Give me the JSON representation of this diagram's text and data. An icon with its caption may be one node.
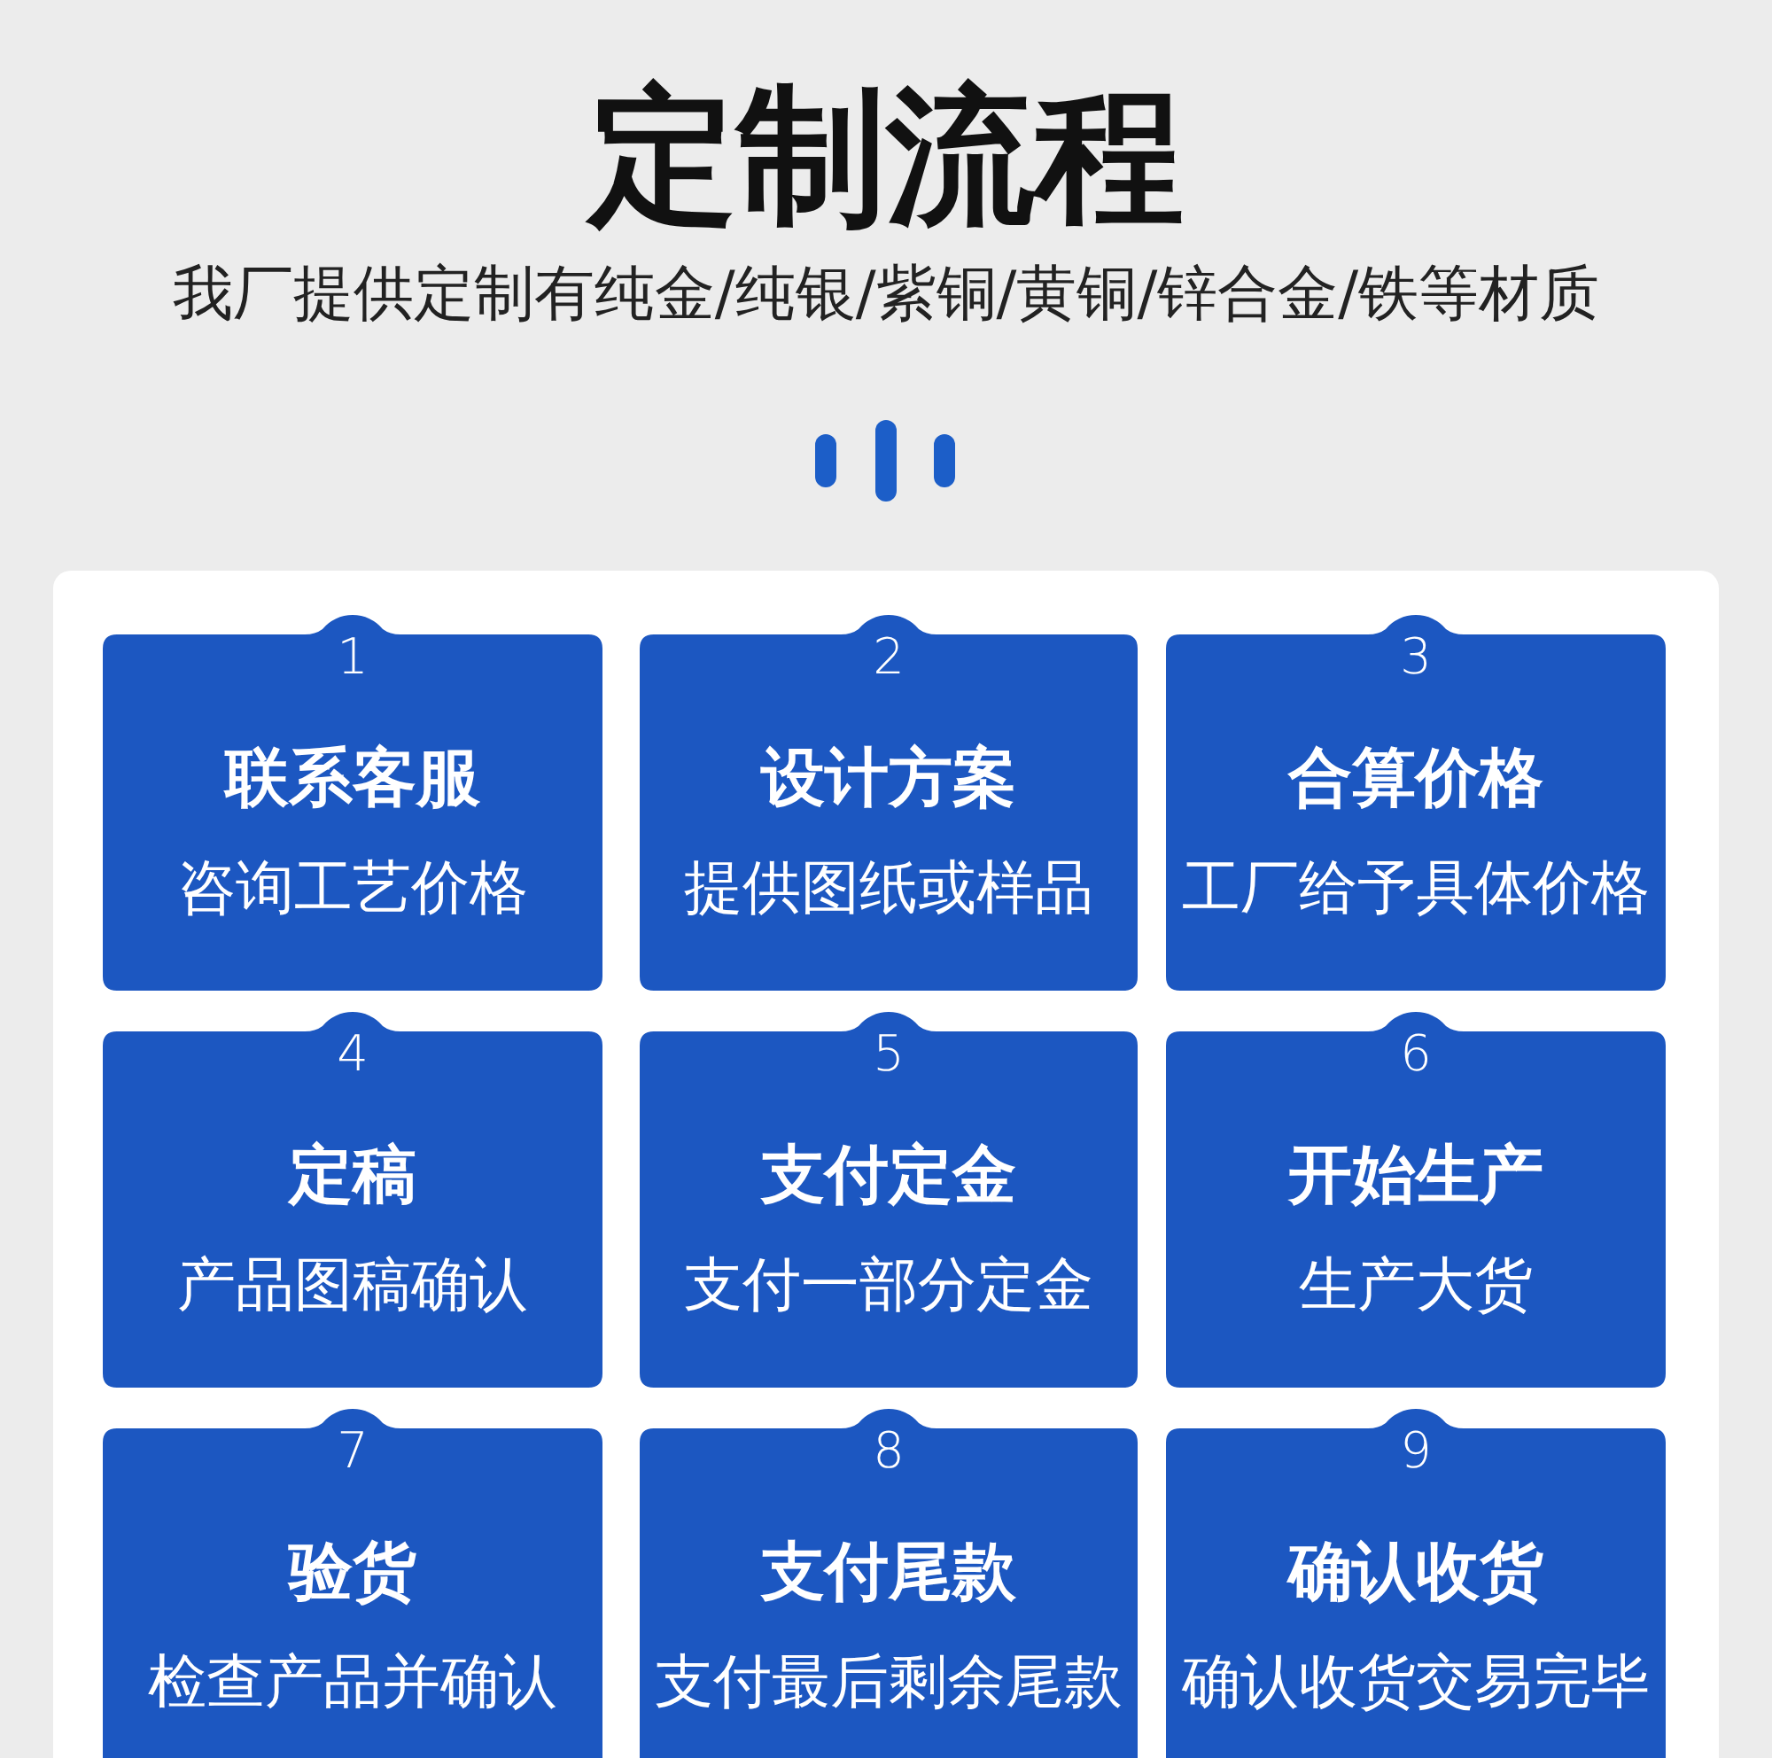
{
  "diagram": {
    "title": "定制流程",
    "nodes": [
      {
        "text": [
          "1",
          "联系客服",
          "咨询工艺价格"
        ]
      },
      {
        "text": [
          "2",
          "设计方案",
          "提供图纸或样品"
        ]
      },
      {
        "text": [
          "3",
          "合算价格",
          "工厂给予具体价格"
        ]
      },
      {
        "text": [
          "4",
          "定稿",
          "产品图稿确认"
        ]
      },
      {
        "text": [
          "5",
          "支付定金",
          "支付一部分定金"
        ]
      },
      {
        "text": [
          "6",
          "开始生产",
          "生产大货"
        ]
      },
      {
        "text": [
          "7",
          "验货",
          "检查产品并确认"
        ]
      },
      {
        "text": [
          "8",
          "支付尾款",
          "支付最后剩余尾款"
        ]
      },
      {
        "text": [
          "9",
          "确认收货",
          "确认收货交易完毕"
        ]
      }
    ],
    "labels": [
      "我厂提供定制有纯金/纯银/紫铜/黄铜/锌合金/铁等材质"
    ]
  }
}
